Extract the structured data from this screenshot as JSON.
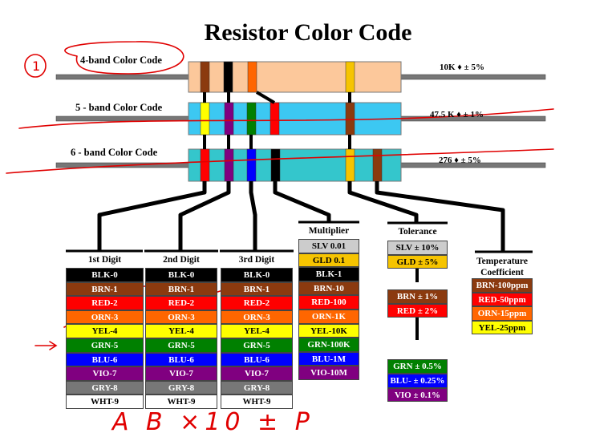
{
  "title": "Resistor Color Code",
  "colors": {
    "BLK": "#000000",
    "BRN": "#8b3a0f",
    "RED": "#ff0000",
    "ORN": "#ff6600",
    "YEL": "#ffff00",
    "GRN": "#008000",
    "BLU": "#0000ff",
    "VIO": "#800080",
    "GRY": "#777777",
    "WHT": "#ffffff",
    "GLD": "#f6c400",
    "SLV": "#cccccc",
    "ink": "#e00000"
  },
  "resistors": [
    {
      "label": "4-band Color Code",
      "rating": "10K ♦ ± 5%",
      "body_color": "#fcc89b",
      "bands": [
        "BRN",
        "BLK",
        "ORN",
        "GLD"
      ]
    },
    {
      "label": "5 - band Color Code",
      "rating": "47.5 K ♦ ± 1%",
      "body_color": "#3cc8f2",
      "bands": [
        "YEL",
        "VIO",
        "GRN",
        "RED",
        "BRN"
      ]
    },
    {
      "label": "6 - band Color Code",
      "rating": "276 ♦ ± 5%",
      "body_color": "#34c6cc",
      "bands": [
        "RED",
        "VIO",
        "BLU",
        "BLK",
        "GLD",
        "BRN"
      ]
    }
  ],
  "columns": [
    {
      "title": "1st Digit",
      "cells": [
        {
          "t": "BLK-0",
          "c": "BLK"
        },
        {
          "t": "BRN-1",
          "c": "BRN"
        },
        {
          "t": "RED-2",
          "c": "RED"
        },
        {
          "t": "ORN-3",
          "c": "ORN"
        },
        {
          "t": "YEL-4",
          "c": "YEL"
        },
        {
          "t": "GRN-5",
          "c": "GRN"
        },
        {
          "t": "BLU-6",
          "c": "BLU"
        },
        {
          "t": "VIO-7",
          "c": "VIO"
        },
        {
          "t": "GRY-8",
          "c": "GRY"
        },
        {
          "t": "WHT-9",
          "c": "WHT"
        }
      ]
    },
    {
      "title": "2nd Digit",
      "cells": [
        {
          "t": "BLK-0",
          "c": "BLK"
        },
        {
          "t": "BRN-1",
          "c": "BRN"
        },
        {
          "t": "RED-2",
          "c": "RED"
        },
        {
          "t": "ORN-3",
          "c": "ORN"
        },
        {
          "t": "YEL-4",
          "c": "YEL"
        },
        {
          "t": "GRN-5",
          "c": "GRN"
        },
        {
          "t": "BLU-6",
          "c": "BLU"
        },
        {
          "t": "VIO-7",
          "c": "VIO"
        },
        {
          "t": "GRY-8",
          "c": "GRY"
        },
        {
          "t": "WHT-9",
          "c": "WHT"
        }
      ]
    },
    {
      "title": "3rd Digit",
      "cells": [
        {
          "t": "BLK-0",
          "c": "BLK"
        },
        {
          "t": "BRN-1",
          "c": "BRN"
        },
        {
          "t": "RED-2",
          "c": "RED"
        },
        {
          "t": "ORN-3",
          "c": "ORN"
        },
        {
          "t": "YEL-4",
          "c": "YEL"
        },
        {
          "t": "GRN-5",
          "c": "GRN"
        },
        {
          "t": "BLU-6",
          "c": "BLU"
        },
        {
          "t": "VIO-7",
          "c": "VIO"
        },
        {
          "t": "GRY-8",
          "c": "GRY"
        },
        {
          "t": "WHT-9",
          "c": "WHT"
        }
      ]
    },
    {
      "title": "Multiplier",
      "cells": [
        {
          "t": "SLV 0.01",
          "c": "SLV"
        },
        {
          "t": "GLD 0.1",
          "c": "GLD"
        },
        {
          "t": "BLK-1",
          "c": "BLK"
        },
        {
          "t": "BRN-10",
          "c": "BRN"
        },
        {
          "t": "RED-100",
          "c": "RED"
        },
        {
          "t": "ORN-1K",
          "c": "ORN"
        },
        {
          "t": "YEL-10K",
          "c": "YEL"
        },
        {
          "t": "GRN-100K",
          "c": "GRN"
        },
        {
          "t": "BLU-1M",
          "c": "BLU"
        },
        {
          "t": "VIO-10M",
          "c": "VIO"
        }
      ]
    },
    {
      "title": "Tolerance",
      "cells": [
        {
          "t": "SLV ± 10%",
          "c": "SLV"
        },
        {
          "t": "GLD ±  5%",
          "c": "GLD"
        },
        {
          "t": "BRN ± 1%",
          "c": "BRN"
        },
        {
          "t": "RED ± 2%",
          "c": "RED"
        },
        {
          "t": "GRN ± 0.5%",
          "c": "GRN"
        },
        {
          "t": "BLU- ± 0.25%",
          "c": "BLU"
        },
        {
          "t": "VIO ± 0.1%",
          "c": "VIO"
        }
      ]
    },
    {
      "title": "Temperature Coefficient",
      "cells": [
        {
          "t": "BRN-100ppm",
          "c": "BRN"
        },
        {
          "t": "RED-50ppm",
          "c": "RED"
        },
        {
          "t": "ORN-15ppm",
          "c": "ORN"
        },
        {
          "t": "YEL-25ppm",
          "c": "YEL"
        }
      ]
    }
  ],
  "annotations": {
    "circled_number": "1",
    "handwriting": "A B ×10 ± P"
  }
}
